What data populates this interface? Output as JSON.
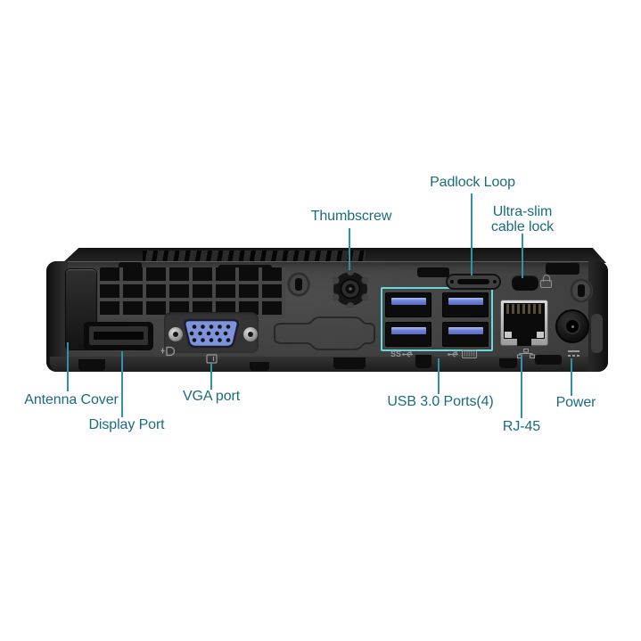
{
  "figure": {
    "description": "Rear panel diagram of a mini desktop PC with labeled ports and features"
  },
  "colors": {
    "background": "#ffffff",
    "label_text": "#1a6b80",
    "leader_line": "#2f93a6",
    "usb_highlight_box": "#74d4d6",
    "vga_connector_blue": "#7e93d8",
    "usb_tongue_blue": "#6d83d6",
    "chassis_panel": "#424242"
  },
  "callouts": {
    "thumbscrew": "Thumbscrew",
    "padlock_loop": "Padlock Loop",
    "cable_lock": {
      "line1": "Ultra-slim",
      "line2": "cable lock"
    },
    "antenna_cover": "Antenna Cover",
    "display_port": "Display Port",
    "vga_port": "VGA port",
    "usb_ports": "USB 3.0 Ports(4)",
    "rj45": "RJ-45",
    "power": "Power"
  },
  "port_markings": {
    "usb3_speed": "SS"
  },
  "icons": [
    "displayport-icon",
    "vga-monitor-icon",
    "usb3-ss-icon",
    "usb-trident-icon",
    "keyboard-icon",
    "network-icon",
    "padlock-icon",
    "dc-power-icon"
  ]
}
